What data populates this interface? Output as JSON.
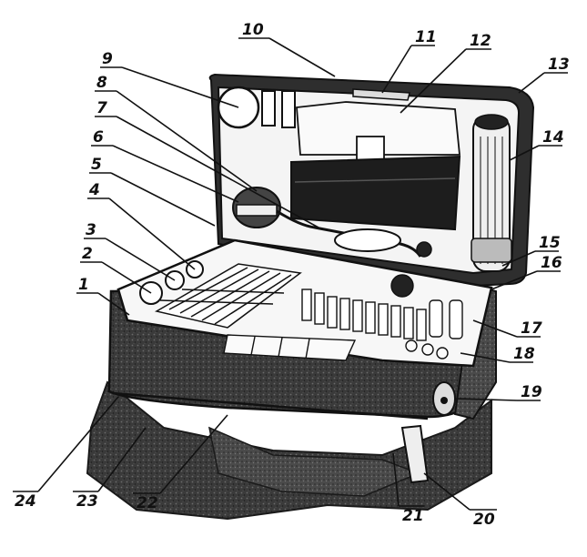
{
  "figure": {
    "labels": [
      {
        "num": "1"
      },
      {
        "num": "2"
      },
      {
        "num": "3"
      },
      {
        "num": "4"
      },
      {
        "num": "5"
      },
      {
        "num": "6"
      },
      {
        "num": "7"
      },
      {
        "num": "8"
      },
      {
        "num": "9"
      },
      {
        "num": "10"
      },
      {
        "num": "11"
      },
      {
        "num": "12"
      },
      {
        "num": "13"
      },
      {
        "num": "14"
      },
      {
        "num": "15"
      },
      {
        "num": "16"
      },
      {
        "num": "17"
      },
      {
        "num": "18"
      },
      {
        "num": "19"
      },
      {
        "num": "20"
      },
      {
        "num": "21"
      },
      {
        "num": "22"
      },
      {
        "num": "23"
      },
      {
        "num": "24"
      }
    ],
    "colors": {
      "ink": "#1a1a1a",
      "shadow": "#3a3a3a",
      "paper": "#ffffff",
      "case_dark": "#2b2b2b"
    }
  }
}
